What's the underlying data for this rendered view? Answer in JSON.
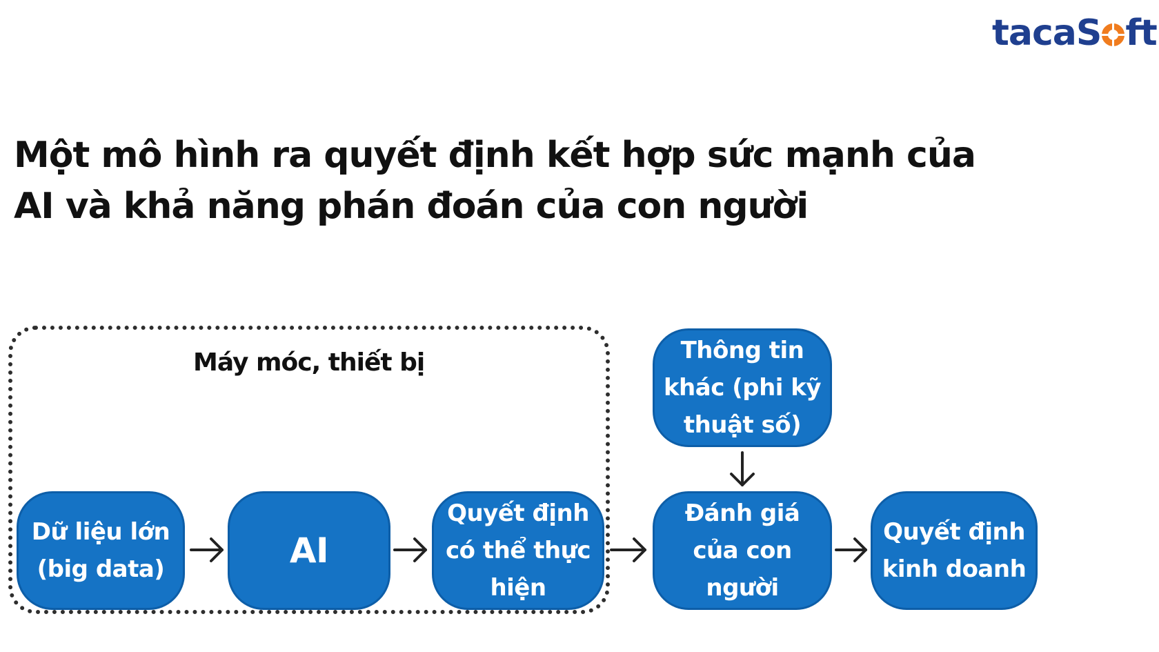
{
  "brand": {
    "logo_prefix": "tacaS",
    "logo_suffix": "ft",
    "colors": {
      "navy": "#1f3f8f",
      "orange": "#f07c1e"
    }
  },
  "title": {
    "line1": "Một mô hình ra quyết định kết hợp sức mạnh của",
    "line2": "AI và khả năng phán đoán của con người"
  },
  "diagram": {
    "group_label": "Máy móc, thiết bị",
    "nodes": {
      "big_data": "Dữ liệu lớn\n(big data)",
      "ai": "AI",
      "feasible_decision": "Quyết định\ncó thể thực\nhiện",
      "other_info": "Thông tin\nkhác (phi kỹ\nthuật số)",
      "human_judgment": "Đánh giá\ncủa con\nngười",
      "business_decision": "Quyết định\nkinh doanh"
    },
    "colors": {
      "node_fill": "#1573c5",
      "node_border": "#0d5ea8",
      "text": "#ffffff"
    }
  }
}
